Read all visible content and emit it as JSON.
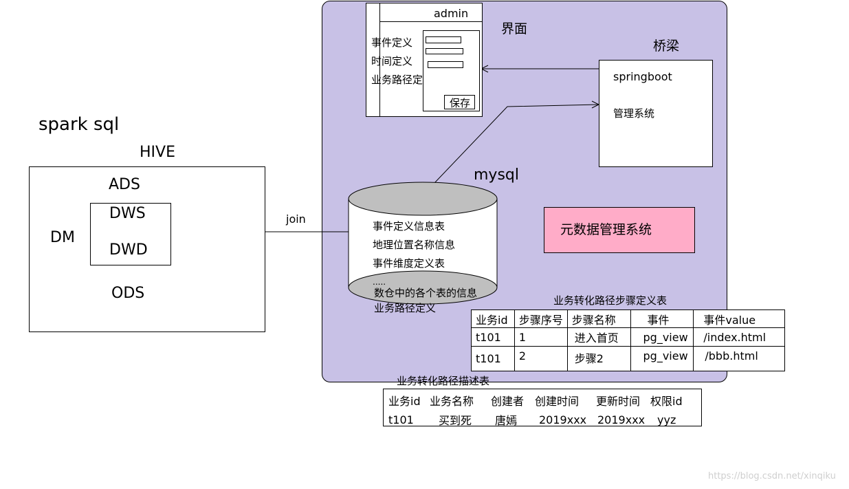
{
  "left": {
    "spark_sql": "spark sql",
    "hive": "HIVE",
    "ads": "ADS",
    "dws": "DWS",
    "dm": "DM",
    "dwd": "DWD",
    "ods": "ODS",
    "join": "join"
  },
  "panel_color": "#c8c1e6",
  "ui": {
    "admin": "admin",
    "label": "界面",
    "menu": [
      "事件定义",
      "时间定义",
      "业务路径定义"
    ],
    "save": "保存"
  },
  "bridge": {
    "label": "桥梁",
    "line1": "springboot",
    "line2": "管理系统"
  },
  "mysql": {
    "label": "mysql",
    "items": [
      "事件定义信息表",
      "地理位置名称信息",
      "事件维度定义表",
      "....."
    ],
    "bottom1": "数仓中的各个表的信息",
    "bottom2": "业务路径定义"
  },
  "meta": {
    "label": "元数据管理系统",
    "color": "#ffacc8"
  },
  "step_table": {
    "title": "业务转化路径步骤定义表",
    "headers": [
      "业务id",
      "步骤序号",
      "步骤名称",
      "事件",
      "事件value"
    ],
    "rows": [
      [
        "t101",
        "1",
        "进入首页",
        "pg_view",
        "/index.html"
      ],
      [
        "t101",
        "2",
        "步骤2",
        "pg_view",
        "/bbb.html"
      ]
    ]
  },
  "desc_table": {
    "title": "业务转化路径描述表",
    "headers": [
      "业务id",
      "业务名称",
      "创建者",
      "创建时间",
      "更新时间",
      "权限id"
    ],
    "rows": [
      [
        "t101",
        "买到死",
        "唐嫣",
        "2019xxx",
        "2019xxx",
        "yyz"
      ]
    ]
  },
  "watermark": "https://blog.csdn.net/xinqiku"
}
